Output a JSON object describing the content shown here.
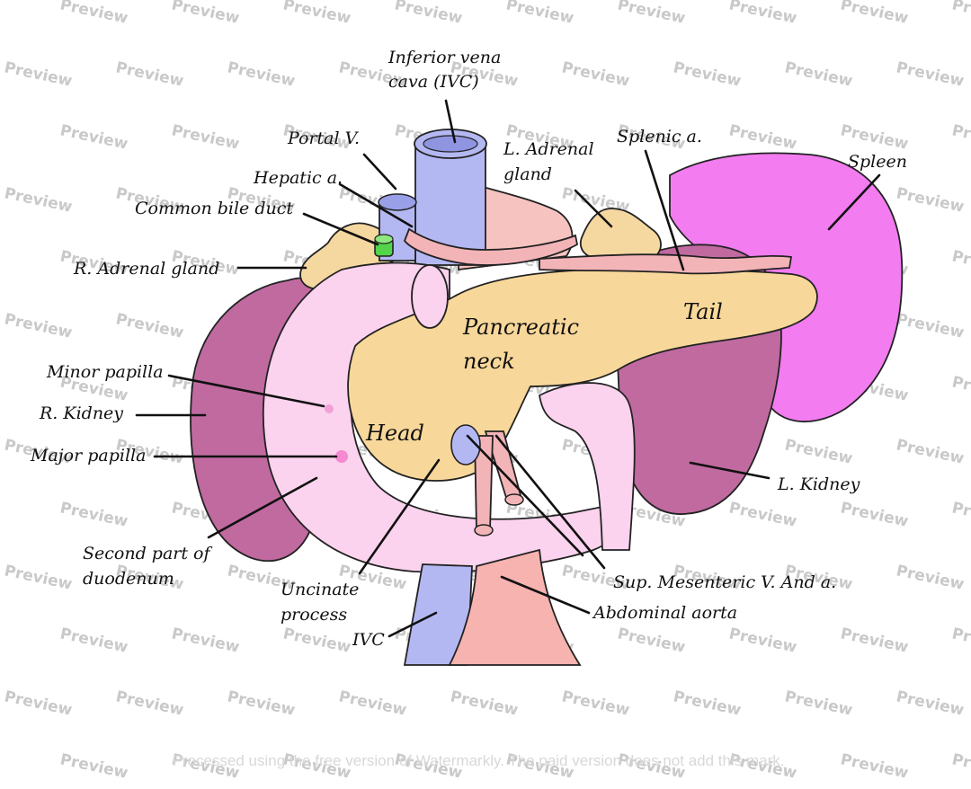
{
  "labels": {
    "ivc_top_1": "Inferior vena",
    "ivc_top_2": "cava (IVC)",
    "portal_v": "Portal V.",
    "hepatic_a": "Hepatic a.",
    "common_bile_duct": "Common bile duct",
    "r_adrenal": "R. Adrenal gland",
    "l_adrenal_1": "L. Adrenal",
    "l_adrenal_2": "gland",
    "splenic_a": "Splenic a.",
    "spleen": "Spleen",
    "tail": "Tail",
    "pancreatic_1": "Pancreatic",
    "pancreatic_2": "neck",
    "head": "Head",
    "minor_papilla": "Minor papilla",
    "r_kidney": "R. Kidney",
    "major_papilla": "Major papilla",
    "second_duod_1": "Second part of",
    "second_duod_2": "duodenum",
    "uncinate_1": "Uncinate",
    "uncinate_2": "process",
    "ivc_bottom": "IVC",
    "sup_mesenteric": "Sup. Mesenteric V. And a.",
    "abdominal_aorta": "Abdominal aorta",
    "l_kidney": "L. Kidney"
  },
  "watermark": {
    "text": "Preview",
    "footer": "Processed using the free version of Watermarkly. The paid version does not add this mark."
  },
  "colors": {
    "pancreas": "#f8d89a",
    "duodenum": "#fbd3ee",
    "kidney": "#c06aa0",
    "spleen": "#f27cf0",
    "ivc": "#b4b8f2",
    "aorta": "#f7b3b0",
    "adrenal": "#f5d7a0",
    "bile_duct": "#53d44a",
    "artery": "#f3b4b8"
  }
}
